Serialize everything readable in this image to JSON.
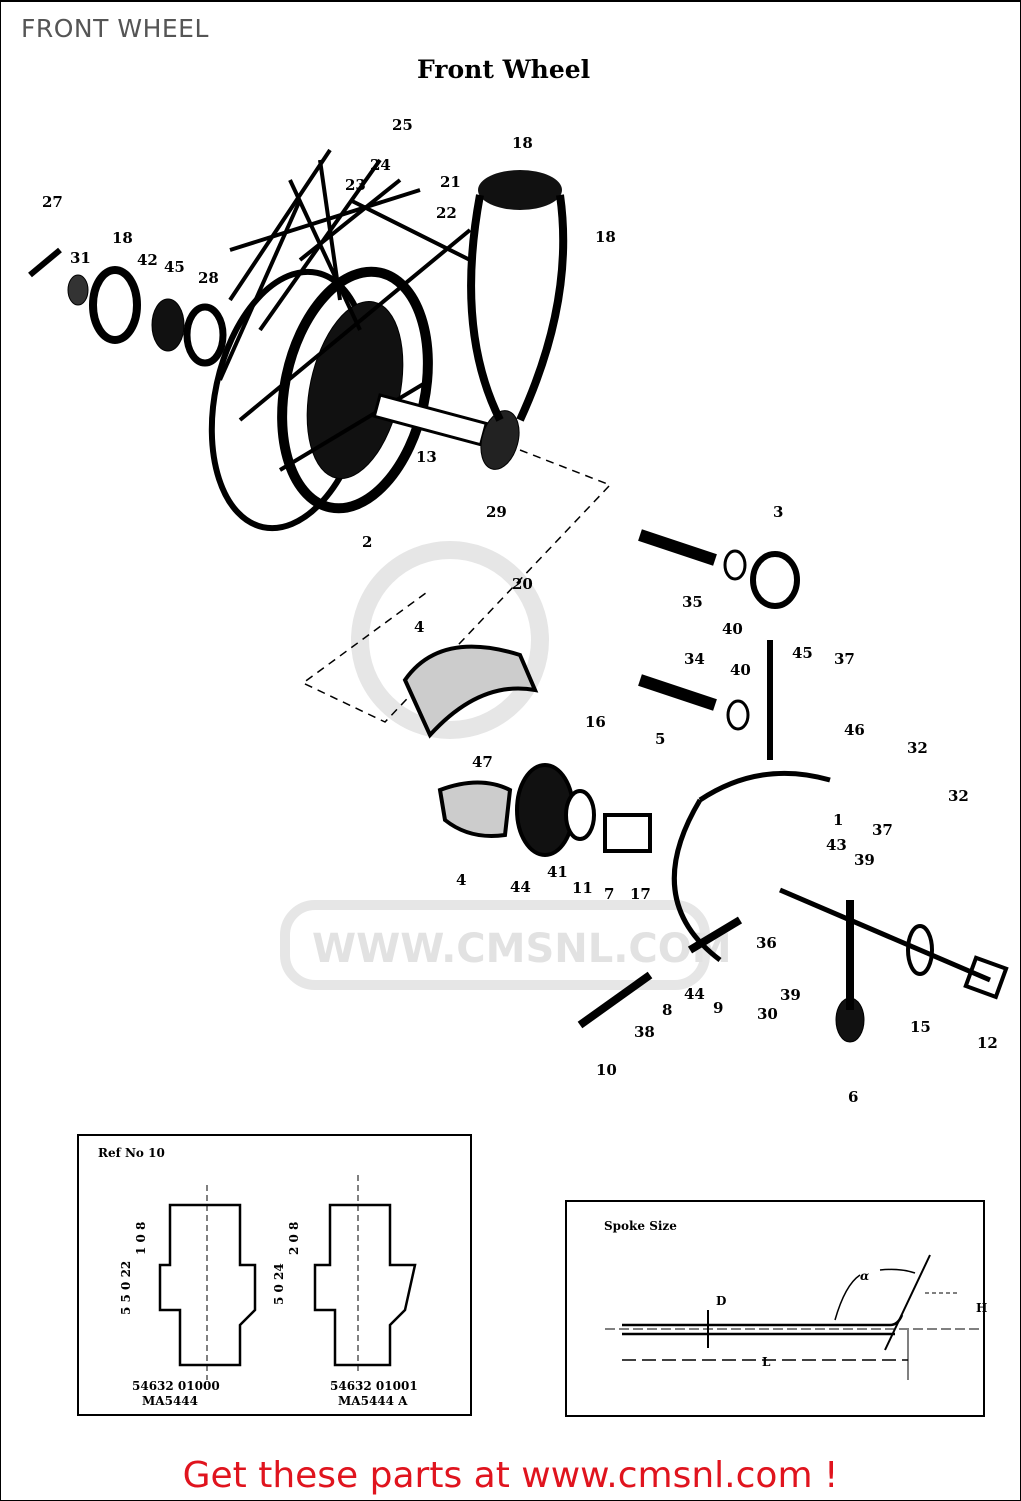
{
  "page_title": "FRONT WHEEL",
  "diagram": {
    "title": "Front Wheel",
    "watermark": "WWW.CMSNL.COM",
    "part_labels": [
      "25",
      "18",
      "24",
      "23",
      "21",
      "22",
      "27",
      "18",
      "31",
      "42",
      "45",
      "28",
      "18",
      "13",
      "29",
      "2",
      "20",
      "3",
      "35",
      "40",
      "45",
      "37",
      "34",
      "40",
      "4",
      "16",
      "47",
      "5",
      "46",
      "32",
      "32",
      "1",
      "37",
      "43",
      "39",
      "4",
      "44",
      "41",
      "11",
      "7",
      "17",
      "36",
      "44",
      "9",
      "30",
      "39",
      "8",
      "38",
      "10",
      "15",
      "12",
      "6"
    ]
  },
  "inset_ref": {
    "title": "Ref No 10",
    "left_dims": [
      "1 0 8",
      "5 5 0 22"
    ],
    "right_dims": [
      "2 0 8",
      "5 0 24"
    ],
    "left_part_no": "54632 01000",
    "left_model": "MA5444",
    "right_part_no": "54632 01001",
    "right_model": "MA5444 A"
  },
  "inset_spoke": {
    "title": "Spoke Size",
    "label_d": "D",
    "label_alpha": "α",
    "label_h": "H",
    "label_l": "L"
  },
  "footer": {
    "text": "Get these parts at www.cmsnl.com !",
    "color": "#e0141e"
  }
}
